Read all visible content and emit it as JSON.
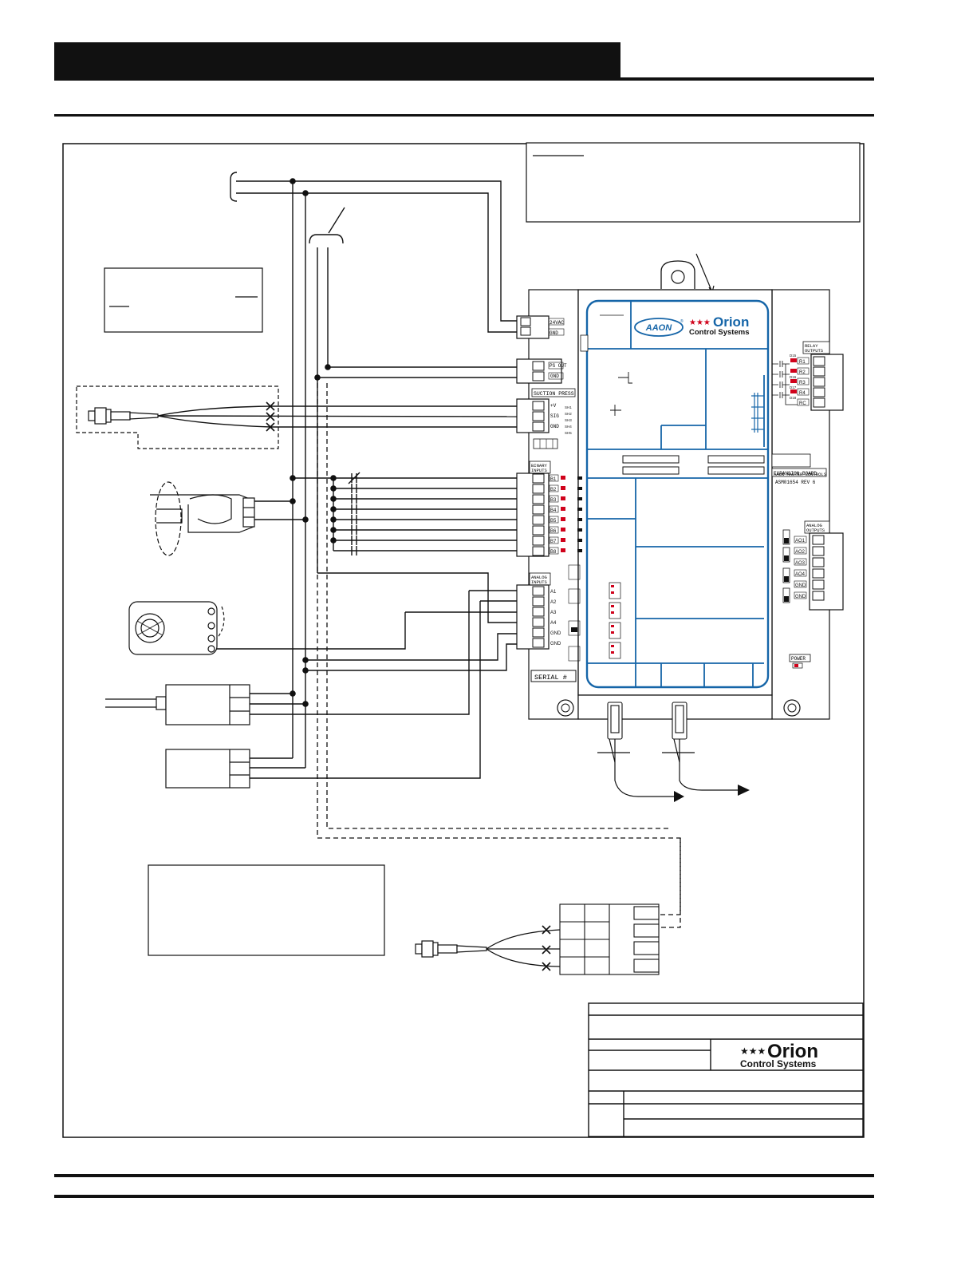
{
  "colors": {
    "ink": "#111111",
    "accent": "#1565a8",
    "led": "#d0021b",
    "pale": "#eeeeee"
  },
  "controller": {
    "brand_badge": "AAON",
    "brand_badge_mark": "®",
    "brand_name": "Orion",
    "brand_sub": "Control Systems",
    "power_terminals": [
      "24VAC",
      "GND"
    ],
    "comm_terminals": [
      "PS OUT",
      "GND"
    ],
    "suction_header": "SUCTION PRESS",
    "suction_terminals": [
      "+V",
      "SIG",
      "GND"
    ],
    "suction_pins": [
      "SH1",
      "SH2",
      "SH3",
      "SH4",
      "SH5"
    ],
    "binary_header": [
      "BINARY",
      "INPUTS"
    ],
    "binary_terminals": [
      "B1",
      "B2",
      "B3",
      "B4",
      "B5",
      "B6",
      "B7",
      "B8"
    ],
    "analog_in_header": [
      "ANALOG",
      "INPUTS"
    ],
    "analog_in_terminals": [
      "A1",
      "A2",
      "A3",
      "A4",
      "GND",
      "GND"
    ],
    "relay_header": [
      "RELAY",
      "OUTPUTS"
    ],
    "relay_terminals": [
      "R1",
      "R2",
      "R3",
      "R4",
      "RC"
    ],
    "relay_leds": [
      "D15",
      "D16",
      "D17",
      "D18"
    ],
    "analog_out_header": [
      "ANALOG",
      "OUTPUTS"
    ],
    "analog_out_terminals": [
      "AO1",
      "AO2",
      "AO3",
      "AO4",
      "GND",
      "GND"
    ],
    "expansion_labels": [
      "EXPANSION BOARD",
      "AAON MASTER CONTROLS",
      "ASM01654 REV 6"
    ],
    "power_led_label": "POWER",
    "serial_label": "SERIAL #"
  },
  "title_block": {
    "logo_name": "Orion",
    "logo_sub": "Control Systems"
  }
}
